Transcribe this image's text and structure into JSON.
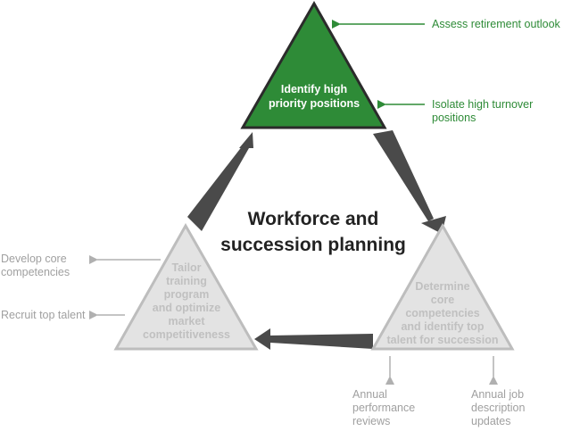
{
  "title": {
    "line1": "Workforce and",
    "line2": "succession planning"
  },
  "nodes": {
    "top": {
      "line1": "Identify high",
      "line2": "priority positions",
      "fill_color": "#2e8b37",
      "text_color": "#ffffff"
    },
    "right": {
      "line1": "Determine",
      "line2": "core",
      "line3": "competencies",
      "line4": "and identify top",
      "line5": "talent for succession",
      "fill_color": "#e3e3e3",
      "text_color": "#c0c0c0"
    },
    "left": {
      "line1": "Tailor",
      "line2": "training",
      "line3": "program",
      "line4": "and optimize",
      "line5": "market",
      "line6": "competitiveness",
      "fill_color": "#e3e3e3",
      "text_color": "#c0c0c0"
    }
  },
  "notes": {
    "top": {
      "assess": "Assess retirement outlook",
      "isolate_line1": "Isolate high turnover",
      "isolate_line2": "positions",
      "color": "#2e8b37"
    },
    "left": {
      "develop_line1": "Develop core",
      "develop_line2": "competencies",
      "recruit": "Recruit top talent",
      "color": "#a0a0a0"
    },
    "right": {
      "annual_line1": "Annual",
      "annual_line2": "performance",
      "annual_line3": "reviews",
      "job_line1": "Annual job",
      "job_line2": "description",
      "job_line3": "updates",
      "color": "#a0a0a0"
    }
  },
  "colors": {
    "cycle_arrow": "#4a4a4a",
    "outline": "#2b2b2b",
    "gray_outline": "#bdbdbd",
    "gray_connector": "#b0b0b0"
  }
}
